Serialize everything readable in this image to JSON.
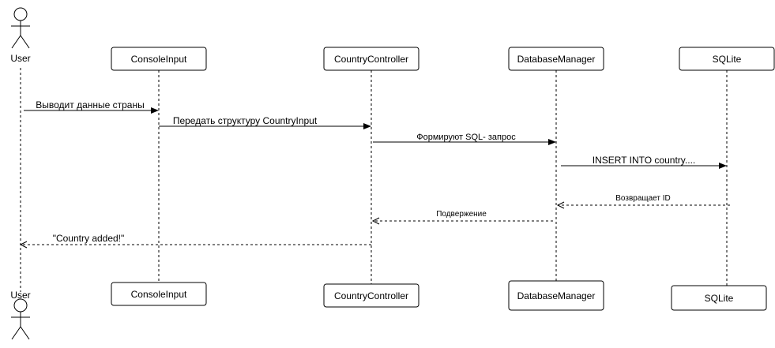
{
  "actor": {
    "top_label": "User",
    "bottom_label": "User"
  },
  "participants": [
    {
      "name": "ConsoleInput"
    },
    {
      "name": "CountryController"
    },
    {
      "name": "DatabaseManager"
    },
    {
      "name": "SQLite"
    }
  ],
  "messages": [
    {
      "text": "Выводит данные  страны",
      "type": "sync"
    },
    {
      "text": "Передать  структуру  CountryInput",
      "type": "sync"
    },
    {
      "text": "Формируют  SQL- запрос",
      "type": "sync"
    },
    {
      "text": "INSERT INTO country....",
      "type": "sync"
    },
    {
      "text": "Возвращает ID",
      "type": "reply"
    },
    {
      "text": "Подвержение",
      "type": "reply"
    },
    {
      "text": "\"Country added!\"",
      "type": "reply"
    }
  ]
}
